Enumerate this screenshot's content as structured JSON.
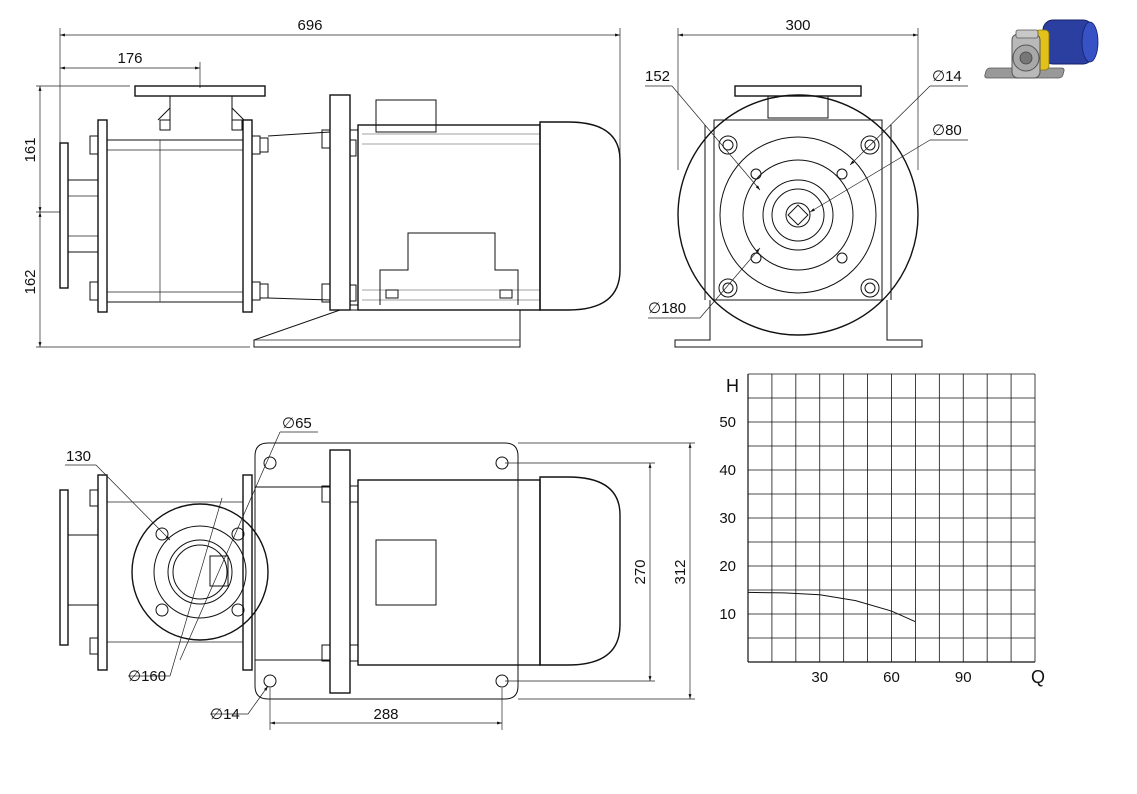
{
  "side_view": {
    "overall_length": "696",
    "flange_offset": "176",
    "height_upper": "161",
    "height_lower": "162"
  },
  "front_view": {
    "overall_width": "300",
    "bolt_circle": "152",
    "hole_diameter": "∅14",
    "inner_diameter": "∅80",
    "outer_diameter": "∅180"
  },
  "top_view": {
    "flange_bolt_circle": "130",
    "port_diameter": "∅65",
    "flange_diameter": "∅160",
    "mount_hole": "∅14",
    "mount_spacing": "288",
    "base_depth_inner": "270",
    "base_depth_outer": "312"
  },
  "chart_data": {
    "type": "line",
    "xlabel": "Q",
    "ylabel": "H",
    "x_ticks": [
      "30",
      "60",
      "90"
    ],
    "y_ticks": [
      "10",
      "20",
      "30",
      "40",
      "50"
    ],
    "xlim": [
      0,
      120
    ],
    "ylim": [
      0,
      60
    ],
    "grid": true,
    "series": [
      {
        "x": [
          0,
          15,
          30,
          45,
          60,
          70
        ],
        "y": [
          14.5,
          14.4,
          14,
          12.8,
          10.6,
          8.4
        ]
      }
    ]
  },
  "thumbnail": {
    "icon": "pump-3d-icon",
    "colors": {
      "motor": "#2b3fa0",
      "body": "#b9b9b9",
      "bracket": "#e2c21a"
    }
  }
}
